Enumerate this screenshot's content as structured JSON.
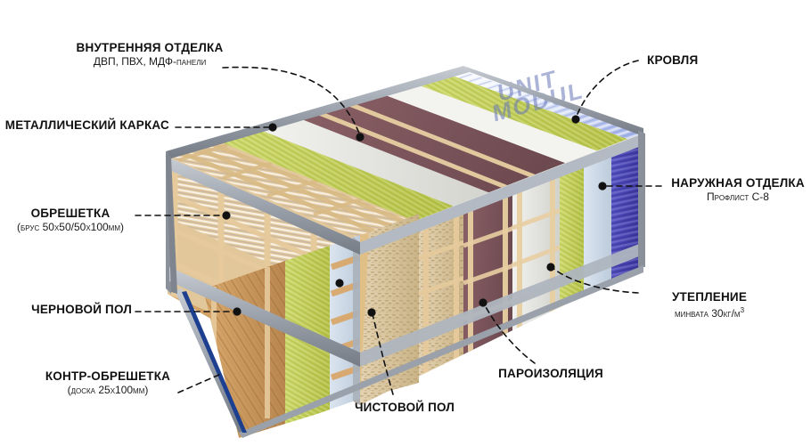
{
  "figure": {
    "kind": "cutaway-isometric-diagram",
    "subject": "Modular container building wall/floor/roof layer structure",
    "roof_brand_line1": "UNIT",
    "roof_brand_line2": "MODUL"
  },
  "colors": {
    "frame_steel": "#9aa1ab",
    "frame_steel_dark": "#6e757f",
    "frame_blue_edge": "#1d3f8f",
    "exterior_cladding": "#4a46b4",
    "roof_panel": "#b9c6ee",
    "roof_panel_light": "#e8eefc",
    "insulation": "#c3cf55",
    "vapor_barrier": "#c8d4e2",
    "interior_panel_mauve": "#7b545a",
    "interior_panel_white": "#dcdcd8",
    "lath_wood": "#e2c79a",
    "subfloor_wood": "#c59a63",
    "osb_floor": "#d9c7a6",
    "leader_line": "#111111"
  },
  "callouts": [
    {
      "id": "interior-finish",
      "title": "Внутренняя отделка",
      "subtitle": "ДВП, ПВХ, МДФ-панели",
      "align": "center"
    },
    {
      "id": "metal-frame",
      "title": "Металлический каркас",
      "subtitle": "",
      "align": "right"
    },
    {
      "id": "lathing",
      "title": "Обрешетка",
      "subtitle": "(брус 50х50/50х100мм)",
      "align": "center"
    },
    {
      "id": "subfloor",
      "title": "Черновой пол",
      "subtitle": "",
      "align": "right"
    },
    {
      "id": "counter-lathing",
      "title": "Контр-обрешетка",
      "subtitle": "(доска 25х100мм)",
      "align": "center"
    },
    {
      "id": "roofing",
      "title": "Кровля",
      "subtitle": "",
      "align": "left"
    },
    {
      "id": "exterior-finish",
      "title": "Наружная отделка",
      "subtitle": "Профлист С-8",
      "align": "center"
    },
    {
      "id": "insulation",
      "title": "Утепление",
      "subtitle_pre": "минвата 30кг/м",
      "subtitle_sup": "3",
      "align": "center"
    },
    {
      "id": "vapor-barrier",
      "title": "Пароизоляция",
      "subtitle": "",
      "align": "center"
    },
    {
      "id": "finish-floor",
      "title": "Чистовой пол",
      "subtitle": "",
      "align": "center"
    }
  ]
}
